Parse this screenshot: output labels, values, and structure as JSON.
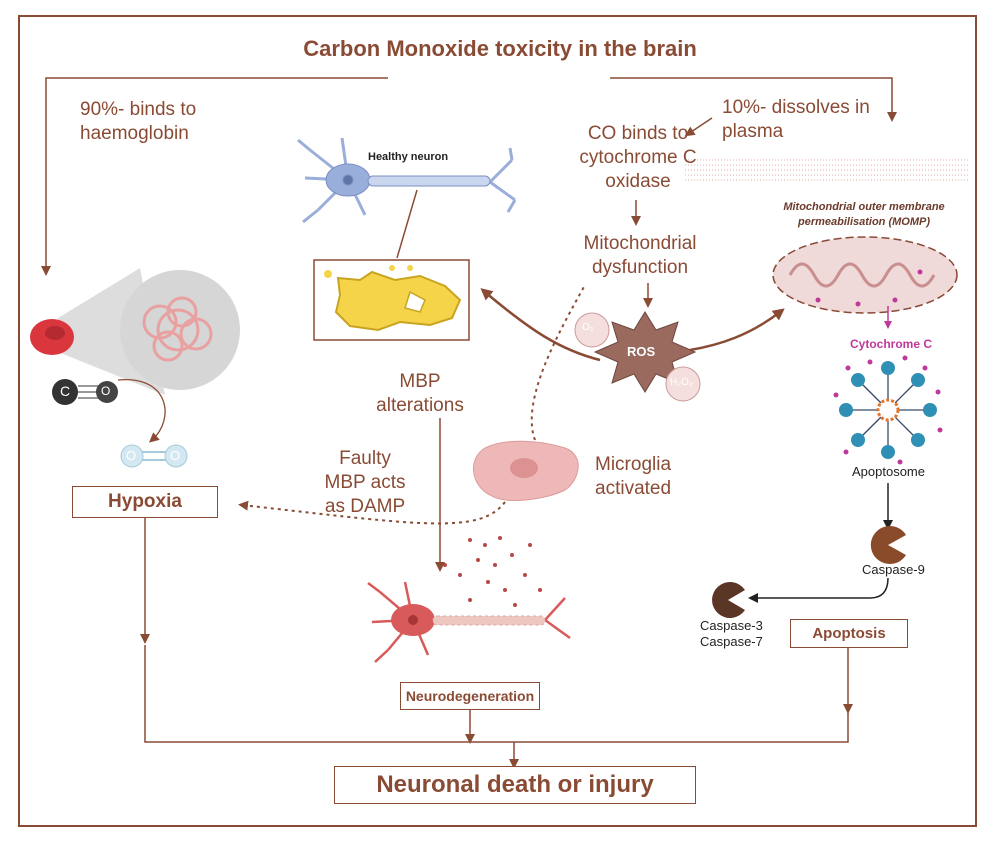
{
  "title": "Carbon Monoxide toxicity in the brain",
  "labels": {
    "haemoglobin": [
      "90%- binds to",
      "haemoglobin"
    ],
    "plasma": [
      "10%- dissolves in",
      "plasma"
    ],
    "co_binds": [
      "CO binds to",
      "cytochrome C",
      "oxidase"
    ],
    "mito_dysfunction": [
      "Mitochondrial",
      "dysfunction"
    ],
    "healthy_neuron": "Healthy neuron",
    "momp": [
      "Mitochondrial outer membrane",
      "permeabilisation (MOMP)"
    ],
    "ros": "ROS",
    "o2_radical": "O₂",
    "h2o2": "H₂O₂",
    "cytochrome_c": "Cytochrome C",
    "apoptosome": "Apoptosome",
    "caspase9": "Caspase-9",
    "caspase37": [
      "Caspase-3",
      "Caspase-7"
    ],
    "mbp_alterations": [
      "MBP",
      "alterations"
    ],
    "faulty_mbp": [
      "Faulty",
      "MBP acts",
      "as DAMP"
    ],
    "microglia": [
      "Microglia",
      "activated"
    ],
    "co_letter": "C",
    "o_letter": "O"
  },
  "boxes": {
    "hypoxia": "Hypoxia",
    "apoptosis": "Apoptosis",
    "neurodegeneration": "Neurodegeneration",
    "final": "Neuronal death or injury"
  },
  "colors": {
    "brown": "#8a4b35",
    "neuron_blue": "#9aaedb",
    "myelin_yellow": "#f5d44a",
    "mito_pink": "#f0d9d9",
    "ros_brown": "#9a6a5f",
    "rbc_red": "#d9363e",
    "magenta": "#c0399a",
    "apoptosome_teal": "#2f8fb5",
    "microglia_pink": "#eeb8b8",
    "damaged_neuron_red": "#d85a5a"
  }
}
